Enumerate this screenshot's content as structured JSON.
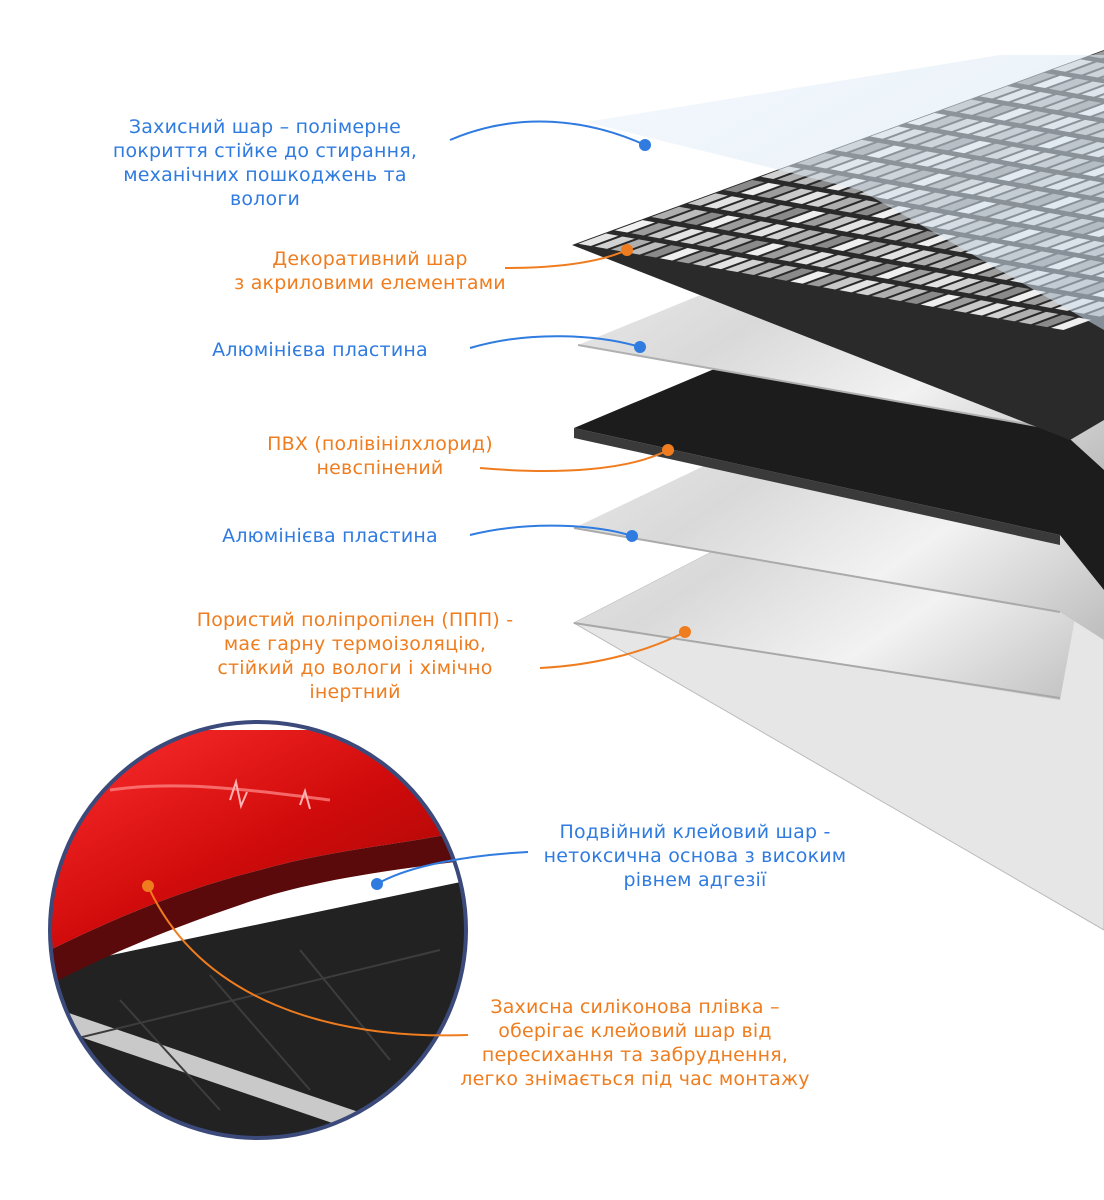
{
  "colors": {
    "blue": "#2f7be0",
    "orange": "#ef7d1f",
    "red_film": "#e41212",
    "pvc_black": "#1c1c1c"
  },
  "layers": [
    {
      "id": "protective",
      "color": "blue",
      "lines": [
        "Захисний шар – полімерне",
        "покриття стійке до стирання,",
        "механічних пошкоджень та",
        "вологи"
      ]
    },
    {
      "id": "decorative",
      "color": "orange",
      "lines": [
        "Декоративний шар",
        "з акриловими елементами"
      ]
    },
    {
      "id": "aluminium-1",
      "color": "blue",
      "lines": [
        "Алюмінієва пластина"
      ]
    },
    {
      "id": "pvc",
      "color": "orange",
      "lines": [
        "ПВХ (полівінілхлорид)",
        "невспінений"
      ]
    },
    {
      "id": "aluminium-2",
      "color": "blue",
      "lines": [
        "Алюмінієва пластина"
      ]
    },
    {
      "id": "polypropylene",
      "color": "orange",
      "lines": [
        "Пористий поліпропілен (ППП) -",
        "має гарну термоізоляцію,",
        "стійкий до вологи і хімічно",
        "інертний"
      ]
    },
    {
      "id": "adhesive",
      "color": "blue",
      "lines": [
        "Подвійний клейовий шар -",
        "нетоксична основа з високим",
        "рівнем адгезії"
      ]
    },
    {
      "id": "silicone-film",
      "color": "orange",
      "lines": [
        "Захисна силіконова плівка –",
        "оберігає клейовий шар від",
        "пересихання та забруднення,",
        "легко знімається під час монтажу"
      ]
    }
  ]
}
